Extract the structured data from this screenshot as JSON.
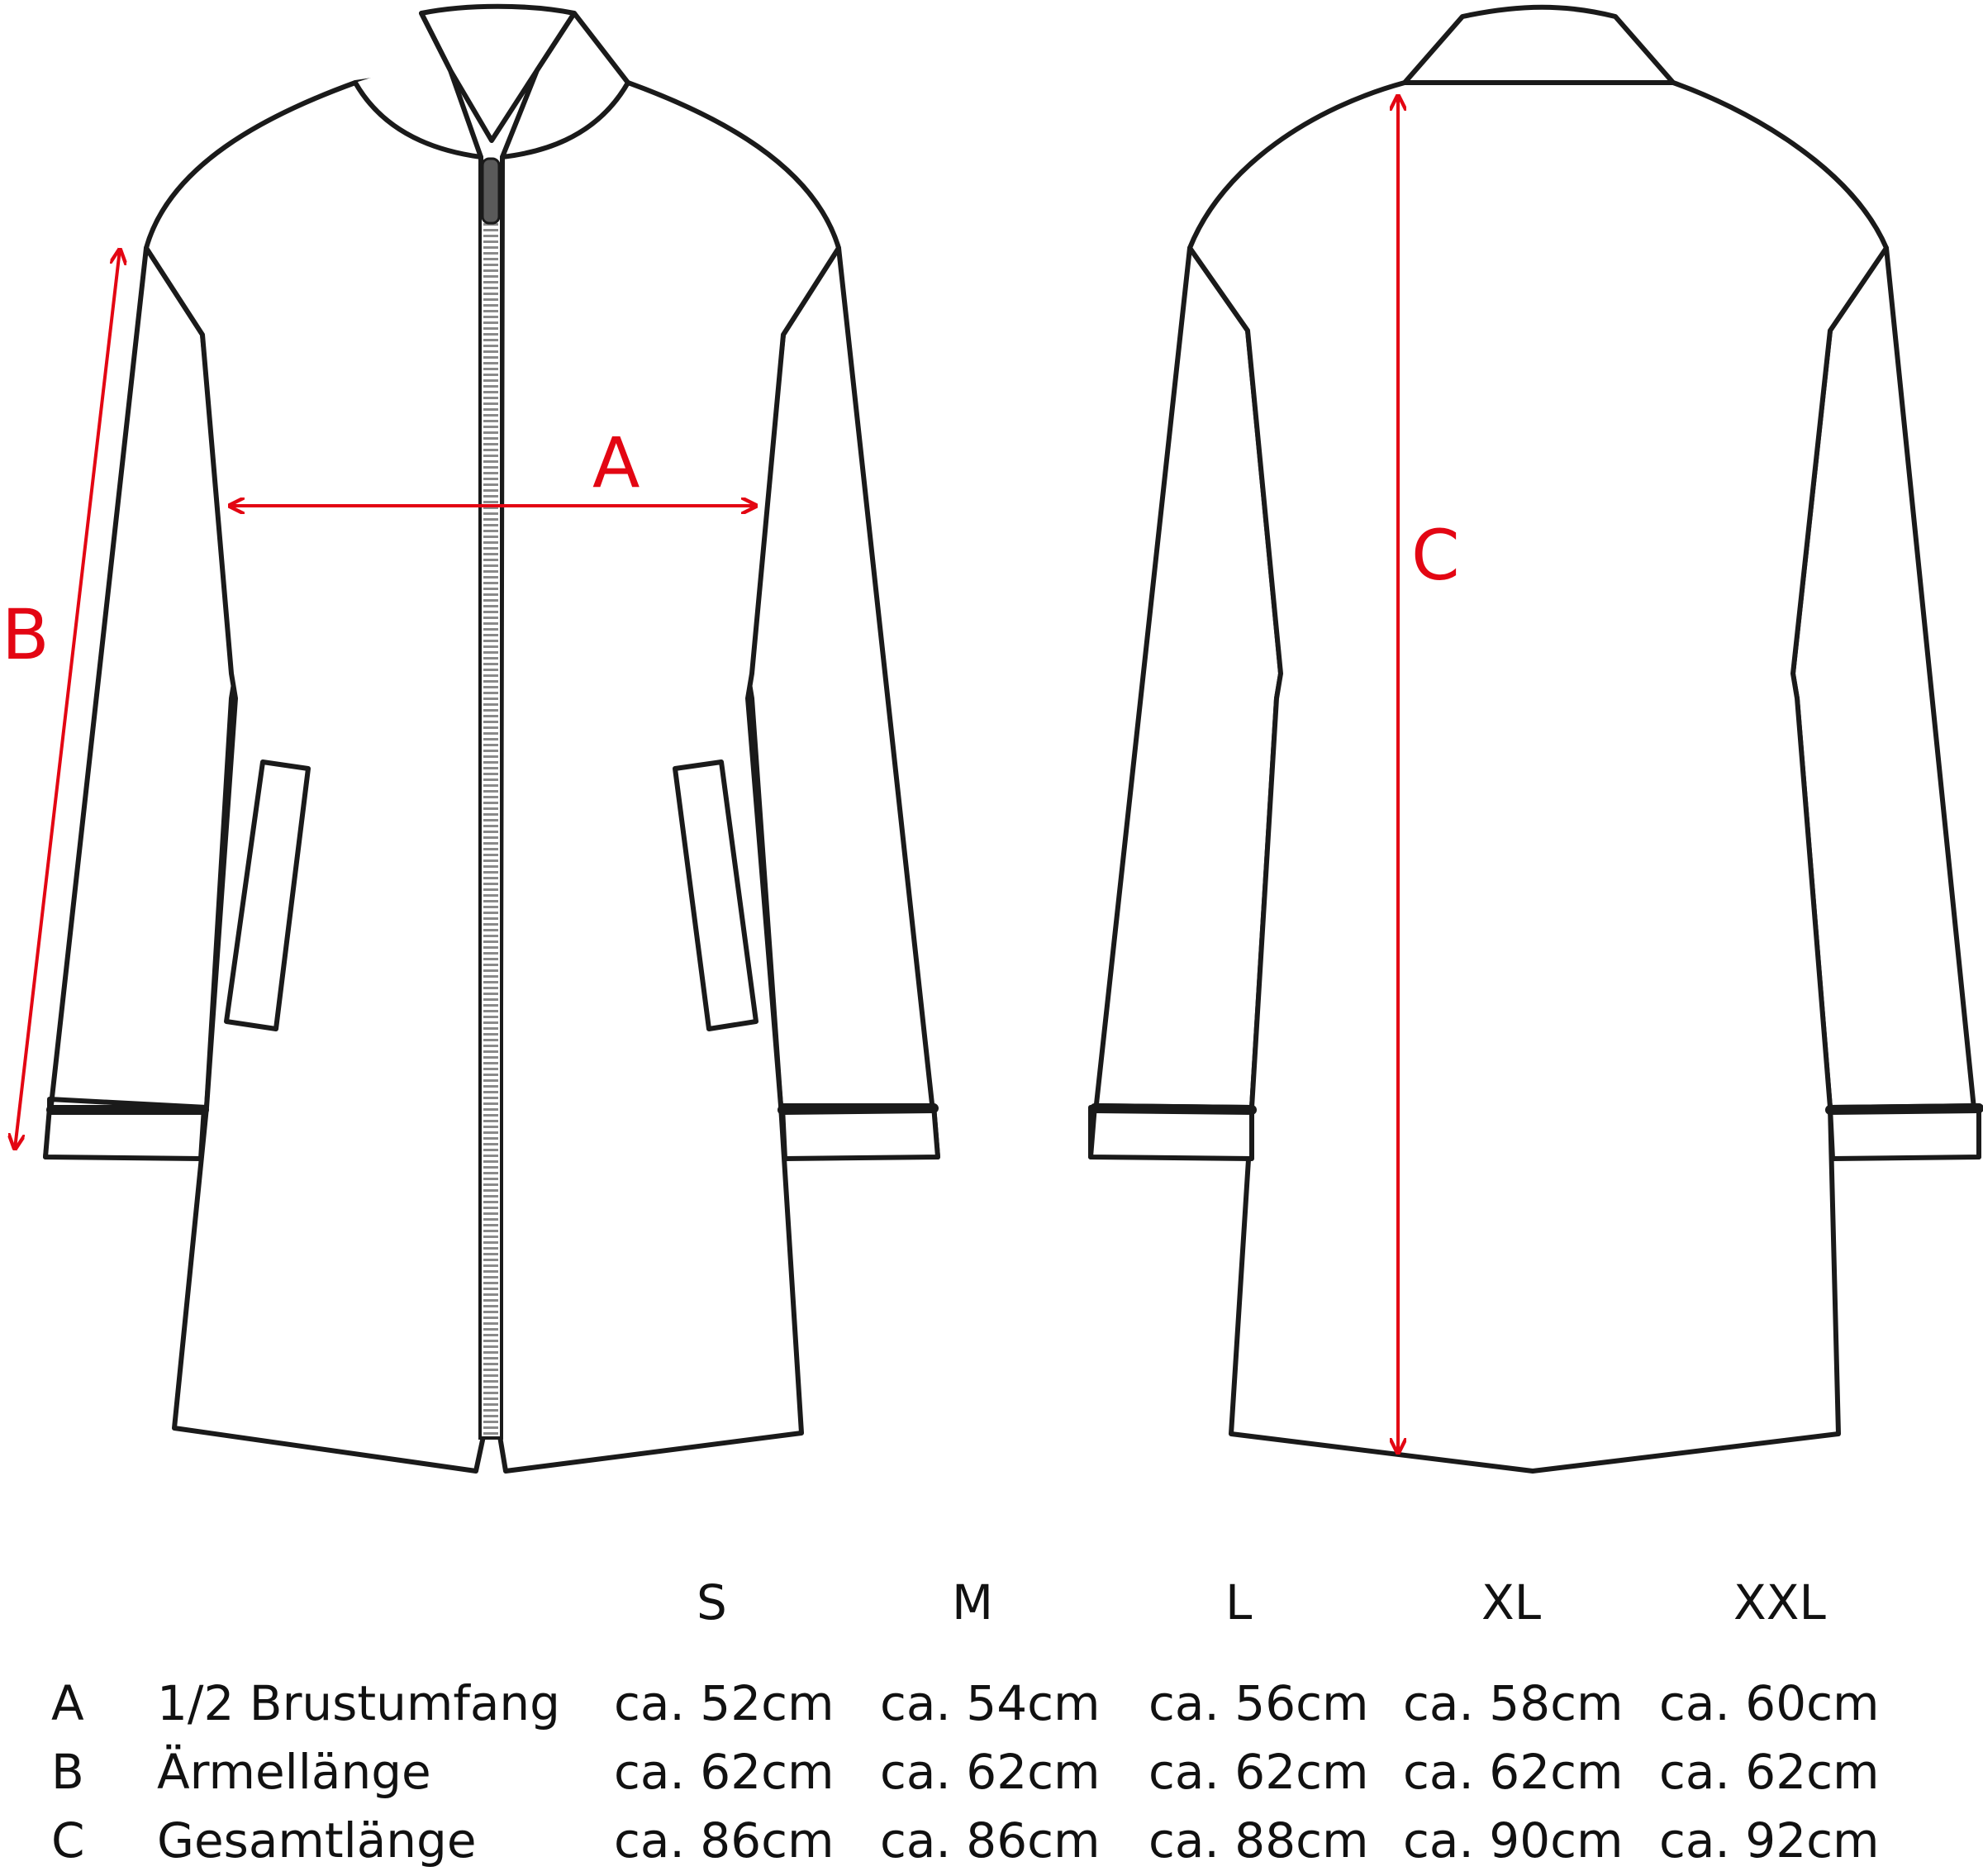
{
  "measure_labels": {
    "a": "A",
    "b": "B",
    "c": "C"
  },
  "colors": {
    "outline": "#1a1a1a",
    "measure": "#e30613",
    "zipper": "#8a8a8a"
  },
  "size_table": {
    "sizes": [
      "S",
      "M",
      "L",
      "XL",
      "XXL"
    ],
    "rows": [
      {
        "key": "A",
        "name": "1/2 Brustumfang",
        "values": [
          "ca. 52cm",
          "ca. 54cm",
          "ca. 56cm",
          "ca. 58cm",
          "ca. 60cm"
        ]
      },
      {
        "key": "B",
        "name": "Ärmellänge",
        "values": [
          "ca. 62cm",
          "ca. 62cm",
          "ca. 62cm",
          "ca. 62cm",
          "ca. 62cm"
        ]
      },
      {
        "key": "C",
        "name": "Gesamtlänge",
        "values": [
          "ca. 86cm",
          "ca. 86cm",
          "ca. 88cm",
          "ca. 90cm",
          "ca. 92cm"
        ]
      }
    ]
  }
}
